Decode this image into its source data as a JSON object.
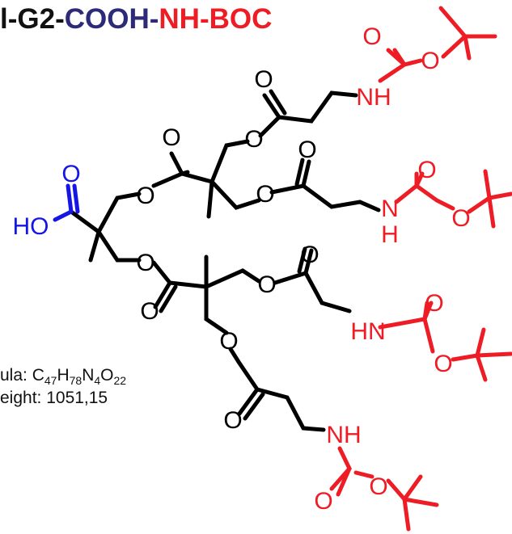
{
  "title": {
    "part1": "l-G2-",
    "part2": "COOH",
    "part3": "-",
    "part4": "NH-BOC",
    "colors": {
      "dark": "#111111",
      "navy": "#2d2a78",
      "red": "#ee1c24"
    }
  },
  "info": {
    "formula_label": "ula: C",
    "f_c": "47",
    "f_h_label": "H",
    "f_h": "78",
    "f_n_label": "N",
    "f_n": "4",
    "f_o_label": "O",
    "f_o": "22",
    "weight_label": "eight: 1051,15"
  },
  "atoms": {
    "ho": "HO",
    "o": "O",
    "nh": "NH",
    "hn": "HN",
    "n": "N",
    "h": "H"
  },
  "colors": {
    "bond": "#000000",
    "acid": "#1515e6",
    "boc": "#ee1c24"
  }
}
